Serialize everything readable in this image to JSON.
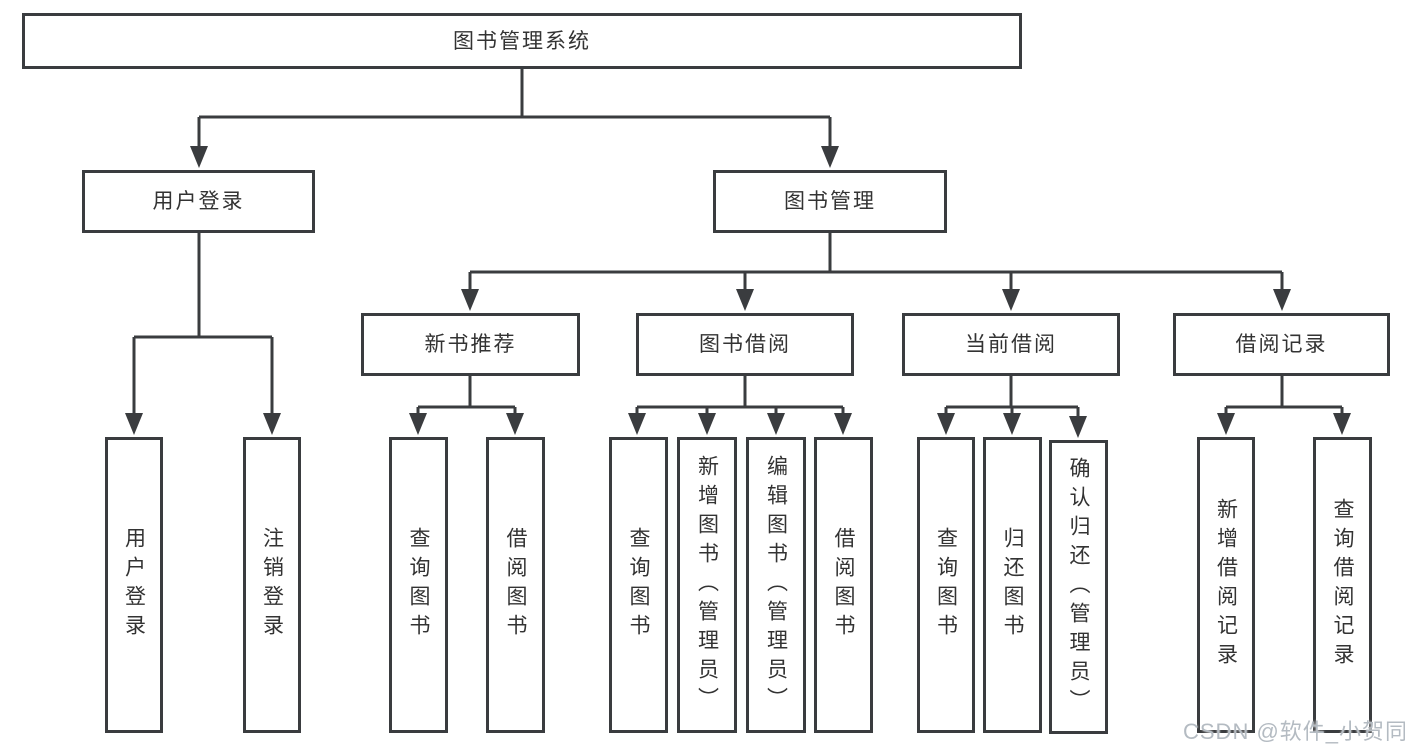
{
  "diagram": {
    "root": {
      "label": "图书管理系统",
      "children": [
        {
          "label": "用户登录",
          "children": [
            {
              "label": "用户登录"
            },
            {
              "label": "注销登录"
            }
          ]
        },
        {
          "label": "图书管理",
          "children": [
            {
              "label": "新书推荐",
              "children": [
                {
                  "label": "查询图书"
                },
                {
                  "label": "借阅图书"
                }
              ]
            },
            {
              "label": "图书借阅",
              "children": [
                {
                  "label": "查询图书"
                },
                {
                  "label": "新增图书（管理员）"
                },
                {
                  "label": "编辑图书（管理员）"
                },
                {
                  "label": "借阅图书"
                }
              ]
            },
            {
              "label": "当前借阅",
              "children": [
                {
                  "label": "查询图书"
                },
                {
                  "label": "归还图书"
                },
                {
                  "label": "确认归还（管理员）"
                }
              ]
            },
            {
              "label": "借阅记录",
              "children": [
                {
                  "label": "新增借阅记录"
                },
                {
                  "label": "查询借阅记录"
                }
              ]
            }
          ]
        }
      ]
    },
    "watermark": "CSDN @软件_小贺同学",
    "colors": {
      "line": "#3a3c3f",
      "box_border": "#3a3c3f",
      "text": "#333333",
      "watermark": "#b4bbc2",
      "background": "#ffffff"
    }
  }
}
